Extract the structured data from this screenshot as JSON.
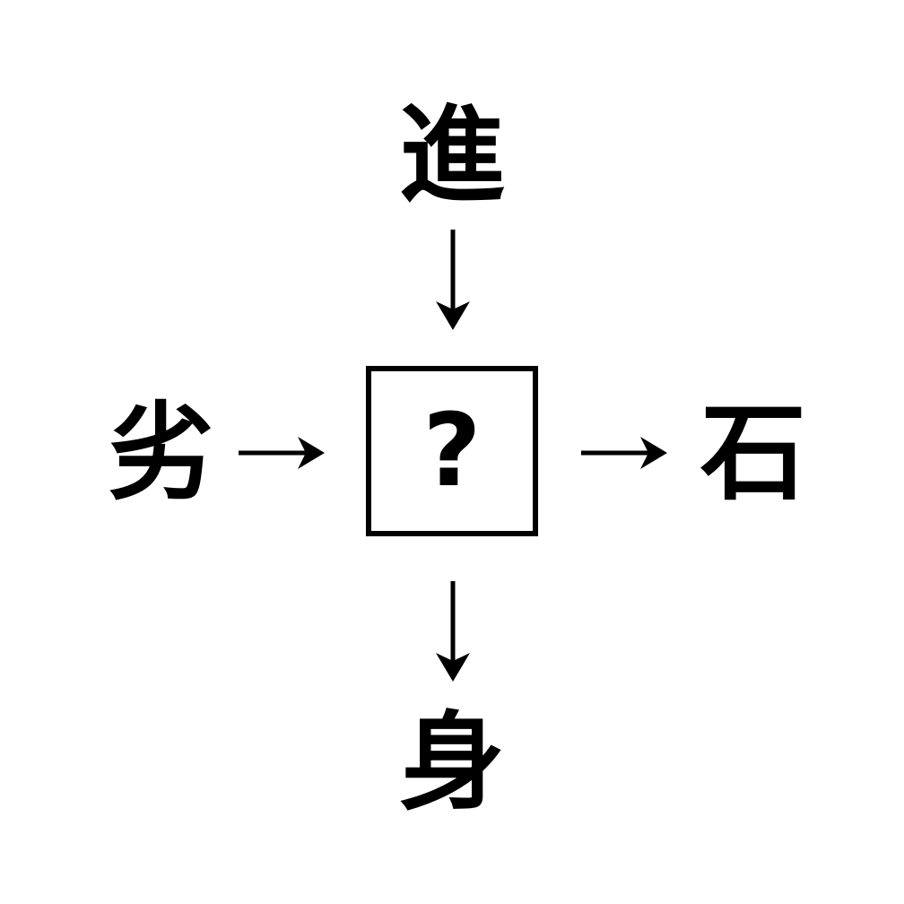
{
  "diagram": {
    "type": "kanji-association-puzzle",
    "background_color": "#ffffff",
    "stroke_color": "#000000",
    "nodes": {
      "top": {
        "label": "進",
        "name": "kanji-shin-advance"
      },
      "left": {
        "label": "劣",
        "name": "kanji-retsu-inferior"
      },
      "right": {
        "label": "石",
        "name": "kanji-seki-stone"
      },
      "bottom": {
        "label": "身",
        "name": "kanji-shin-body"
      },
      "center": {
        "label": "?",
        "name": "unknown-kanji-placeholder"
      }
    },
    "arrows": [
      {
        "name": "arrow-top-to-center",
        "glyph": "↓",
        "direction": "down",
        "from": "進",
        "to": "?"
      },
      {
        "name": "arrow-left-to-center",
        "glyph": "→",
        "direction": "right",
        "from": "劣",
        "to": "?"
      },
      {
        "name": "arrow-center-to-right",
        "glyph": "→",
        "direction": "right",
        "from": "?",
        "to": "石"
      },
      {
        "name": "arrow-center-to-bottom",
        "glyph": "↓",
        "direction": "down",
        "from": "?",
        "to": "身"
      }
    ]
  }
}
